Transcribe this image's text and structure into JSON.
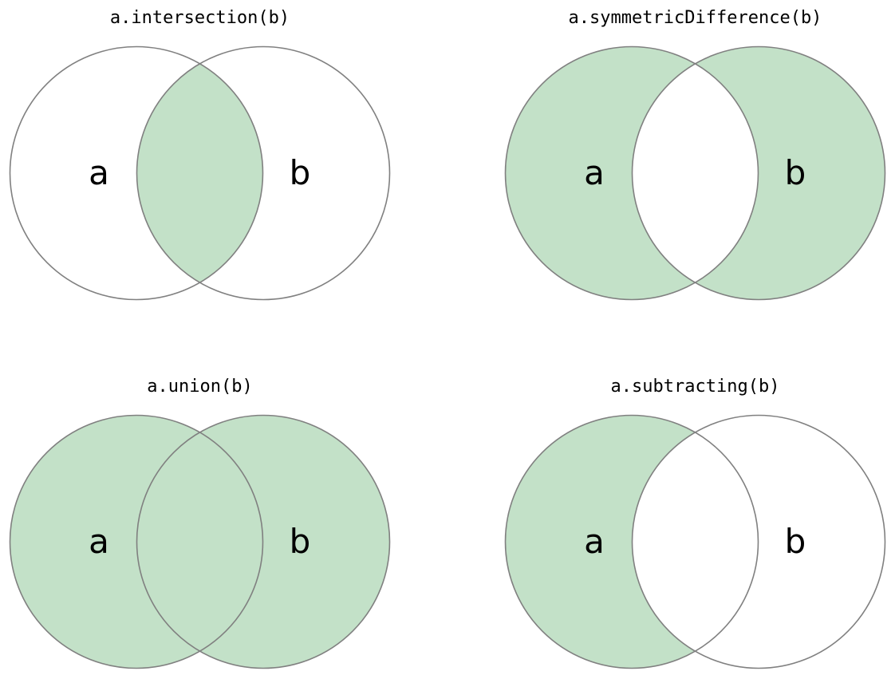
{
  "colors": {
    "fill": "#c3e1c8",
    "stroke": "#808080",
    "background": "#ffffff"
  },
  "panels": [
    {
      "title": "a.intersection(b)",
      "operation": "intersection",
      "set_a_label": "a",
      "set_b_label": "b"
    },
    {
      "title": "a.symmetricDifference(b)",
      "operation": "symmetric-difference",
      "set_a_label": "a",
      "set_b_label": "b"
    },
    {
      "title": "a.union(b)",
      "operation": "union",
      "set_a_label": "a",
      "set_b_label": "b"
    },
    {
      "title": "a.subtracting(b)",
      "operation": "subtraction",
      "set_a_label": "a",
      "set_b_label": "b"
    }
  ]
}
